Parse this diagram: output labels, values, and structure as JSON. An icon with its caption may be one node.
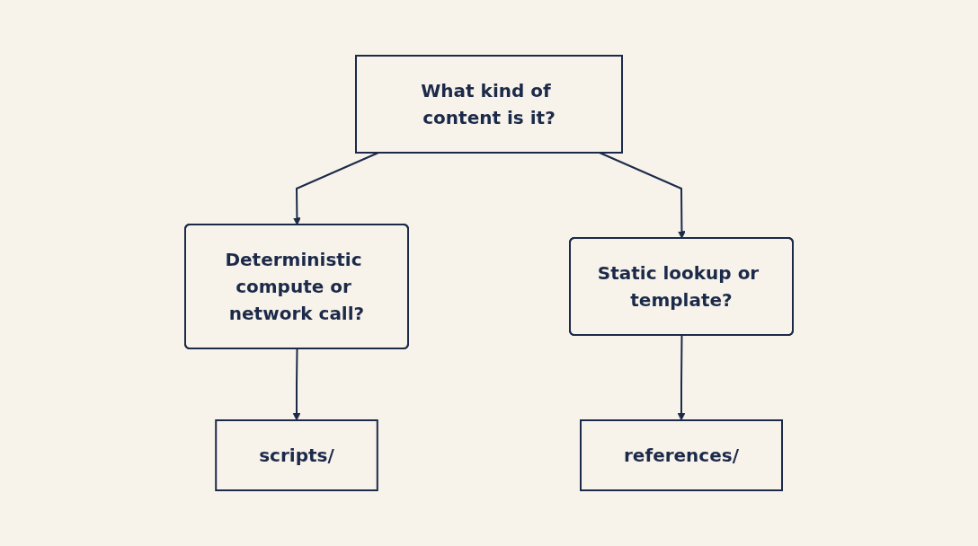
{
  "diagram": {
    "nodes": [
      {
        "text": [
          "What kind of content is it?"
        ]
      },
      {
        "text": [
          "Deterministic compute or network call?"
        ]
      },
      {
        "text": [
          "Static lookup or template?"
        ]
      },
      {
        "text": [
          "scripts/"
        ]
      },
      {
        "text": [
          "references/"
        ]
      }
    ],
    "edges": [
      {
        "from": 0,
        "to": 1,
        "arrow": "to"
      },
      {
        "from": 0,
        "to": 2,
        "arrow": "to"
      },
      {
        "from": 1,
        "to": 3,
        "arrow": "to"
      },
      {
        "from": 2,
        "to": 4,
        "arrow": "to"
      }
    ]
  }
}
